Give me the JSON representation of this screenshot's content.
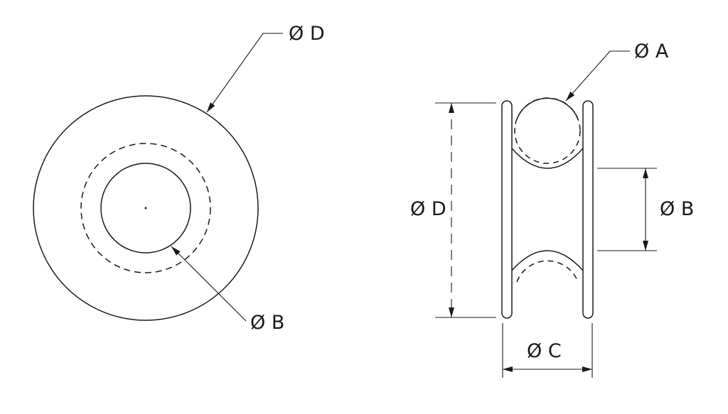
{
  "drawing": {
    "type": "technical-drawing",
    "subject": "low-friction ring / pulley sheave, two orthographic views",
    "views": {
      "front": {
        "labels": {
          "outer_diameter": "Ø D",
          "bore_diameter": "Ø B"
        }
      },
      "side": {
        "labels": {
          "groove_diameter": "Ø A",
          "overall_diameter": "Ø D",
          "bore_diameter": "Ø B",
          "width": "Ø C"
        }
      }
    },
    "colors": {
      "line": "#1a1a1a",
      "background": "#ffffff"
    }
  }
}
